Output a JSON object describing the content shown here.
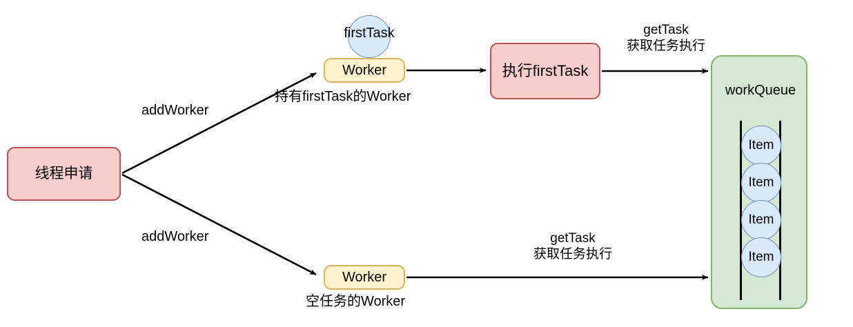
{
  "diagram": {
    "title": "Thread pool Worker / workQueue flow",
    "palette": {
      "pink_fill": "#f8cecc",
      "pink_stroke": "#b85450",
      "yellow_fill": "#fff2cc",
      "yellow_stroke": "#d6b656",
      "blue_fill": "#dae8fc",
      "blue_stroke": "#6c8ebf",
      "green_fill": "#d5e8d4",
      "green_stroke": "#82b366",
      "edge_color": "#000000",
      "text_color": "#000000",
      "background": "#ffffff"
    },
    "nodes": {
      "thread_request": {
        "label": "线程申请",
        "shape": "rounded-rect",
        "fill": "#f8cecc",
        "stroke": "#b85450"
      },
      "worker_top": {
        "label": "Worker",
        "shape": "rounded-rect",
        "fill": "#fff2cc",
        "stroke": "#d6b656"
      },
      "first_task": {
        "label": "firstTask",
        "shape": "circle",
        "fill": "#dae8fc",
        "stroke": "#6c8ebf"
      },
      "exec_first_task": {
        "label": "执行firstTask",
        "shape": "rounded-rect",
        "fill": "#f8cecc",
        "stroke": "#b85450"
      },
      "worker_bottom": {
        "label": "Worker",
        "shape": "rounded-rect",
        "fill": "#fff2cc",
        "stroke": "#d6b656"
      },
      "work_queue": {
        "label": "workQueue",
        "shape": "rounded-rect",
        "fill": "#d5e8d4",
        "stroke": "#82b366",
        "items": [
          {
            "label": "Item"
          },
          {
            "label": "Item"
          },
          {
            "label": "Item"
          },
          {
            "label": "Item"
          }
        ]
      }
    },
    "edge_labels": {
      "add_worker_top": "addWorker",
      "add_worker_bottom": "addWorker",
      "holding_first_task_worker": "持有firstTask的Worker",
      "empty_task_worker": "空任务的Worker",
      "get_task_top": "getTask\n获取任务执行",
      "get_task_bottom": "getTask\n获取任务执行"
    }
  }
}
